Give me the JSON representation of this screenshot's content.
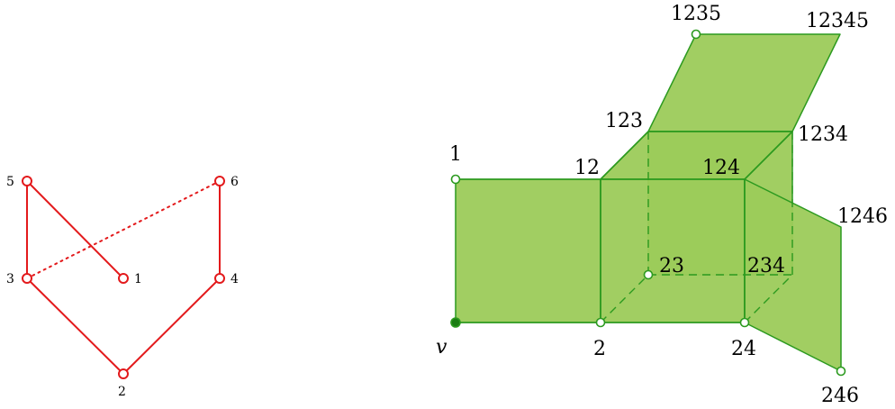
{
  "left_graph": {
    "nodes": [
      "5",
      "6",
      "3",
      "1",
      "4",
      "2"
    ]
  },
  "right_complex": {
    "labels": [
      "1235",
      "12345",
      "123",
      "1234",
      "1",
      "12",
      "124",
      "1246",
      "23",
      "234",
      "v",
      "2",
      "24",
      "246"
    ]
  },
  "colors": {
    "left_graph": "#e31a1c",
    "complex_fill": "#9ccb5a",
    "complex_edge": "#2c9a1f"
  }
}
